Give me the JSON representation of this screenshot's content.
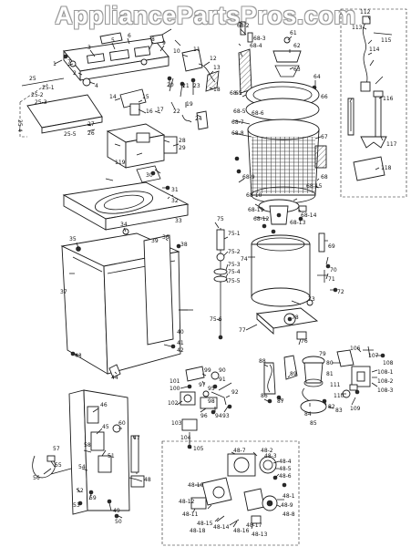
{
  "watermark": "AppliancePartsPros.com",
  "labels": {
    "l112": "112",
    "l113": "113",
    "l114": "114",
    "l115": "115",
    "l116": "116",
    "l117": "117",
    "l118": "118",
    "l1": "1",
    "l2": "2",
    "l3": "3",
    "l4": "4",
    "l5": "5",
    "l6": "6",
    "l7": "7",
    "l8": "8",
    "l9": "9",
    "l10": "10",
    "l11": "11",
    "l12": "12",
    "l13": "13",
    "l14": "14",
    "l15": "15",
    "l16": "16",
    "l17": "17",
    "l18": "18",
    "l19": "19",
    "l20": "20",
    "l21": "21",
    "l22": "22",
    "l23": "23",
    "l24": "24",
    "l25": "25",
    "l25_1": "25-1",
    "l25_2": "25-2",
    "l25_3": "25-3",
    "l25_4": "25-4",
    "l25_5": "25-5",
    "l26": "26",
    "l27": "27",
    "l28": "28",
    "l29": "29",
    "l30": "30",
    "l31": "31",
    "l32": "32",
    "l33": "33",
    "l34": "34",
    "l35": "35",
    "l36": "36",
    "l37": "37",
    "l38": "38",
    "l39": "39",
    "l40": "40",
    "l41": "41",
    "l42": "42",
    "l43": "43",
    "l44": "44",
    "l45": "45",
    "l46": "46",
    "l47": "47",
    "l48": "48",
    "l49": "49",
    "l50": "50",
    "l51": "51",
    "l52": "52",
    "l53": "53",
    "l54": "54",
    "l55": "55",
    "l56": "56",
    "l57": "57",
    "l58": "58",
    "l59": "59",
    "l60": "60",
    "l61": "61",
    "l62": "62",
    "l63": "63",
    "l64": "64",
    "l65": "65",
    "l66": "66",
    "l67": "67",
    "l68": "68",
    "l68_1": "68-1",
    "l68_2": "68-2",
    "l68_3": "68-3",
    "l68_4": "68-4",
    "l68_5": "68-5",
    "l68_6": "68-6",
    "l68_7": "68-7",
    "l68_8": "68-8",
    "l68_9": "68-9",
    "l68_10": "68-10",
    "l68_11": "68-11",
    "l68_12": "68-12",
    "l68_13": "68-13",
    "l68_14": "68-14",
    "l68_15": "68-15",
    "l69": "69",
    "l70": "70",
    "l71": "71",
    "l72": "72",
    "l73": "73",
    "l74": "74",
    "l75": "75",
    "l75_1": "75-1",
    "l75_2": "75-2",
    "l75_3": "75-3",
    "l75_4": "75-4",
    "l75_5": "75-5",
    "l75_6": "75-6",
    "l76": "76",
    "l77": "77",
    "l78": "78",
    "l79": "79",
    "l80": "80",
    "l81": "81",
    "l82": "82",
    "l83": "83",
    "l84": "84",
    "l85": "85",
    "l86": "86",
    "l87": "87",
    "l88": "88",
    "l89": "89",
    "l90": "90",
    "l91": "91",
    "l92": "92",
    "l93": "93",
    "l94": "94",
    "l95": "95",
    "l96": "96",
    "l97": "97",
    "l98": "98",
    "l99": "99",
    "l100": "100",
    "l101": "101",
    "l102": "102",
    "l103": "103",
    "l104": "104",
    "l105": "105",
    "l106": "106",
    "l107": "107",
    "l108": "108",
    "l108_1": "108-1",
    "l108_2": "108-2",
    "l108_3": "108-3",
    "l109": "109",
    "l110": "110",
    "l111": "111",
    "l119": "119",
    "l48_1": "48-1",
    "l48_2": "48-2",
    "l48_3": "48-3",
    "l48_4": "48-4",
    "l48_5": "48-5",
    "l48_6": "48-6",
    "l48_7": "48-7",
    "l48_8": "48-8",
    "l48_9": "48-9",
    "l48_10": "48-10",
    "l48_11": "48-11",
    "l48_12": "48-12",
    "l48_13": "48-13",
    "l48_14": "48-14",
    "l48_15": "48-15",
    "l48_16": "48-16",
    "l48_17": "48-17",
    "l48_18": "48-18"
  }
}
